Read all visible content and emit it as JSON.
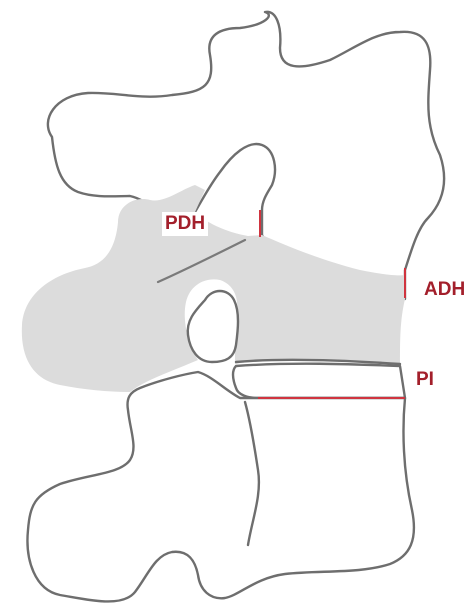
{
  "labels": {
    "pdh": "PDH",
    "adh": "ADH",
    "pi": "PI"
  },
  "colors": {
    "label_text": "#a31f2b",
    "measure_line": "#d0343f",
    "outline": "#6e6e6e",
    "shaded_region": "#dcdcdc",
    "background": "#ffffff"
  }
}
